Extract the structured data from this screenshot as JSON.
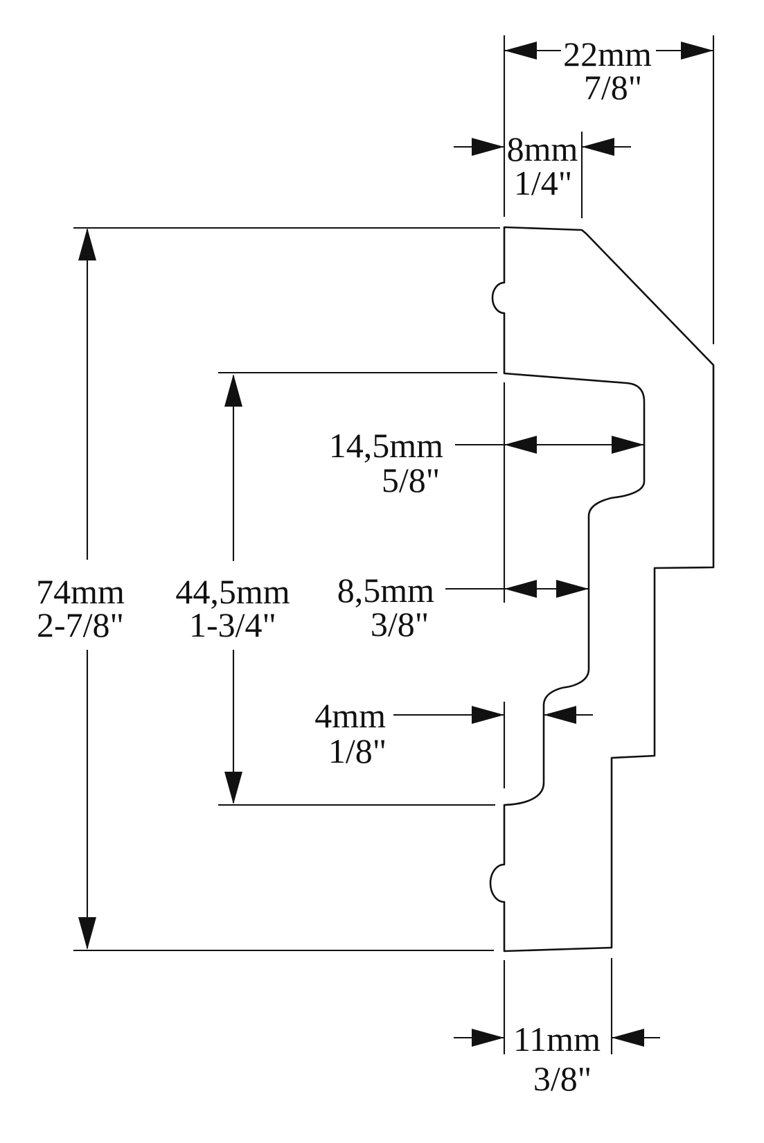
{
  "diagram": {
    "title": "molding-profile-cross-section",
    "colors": {
      "line": "#111111",
      "background": "#ffffff"
    },
    "dimensions": {
      "d22": {
        "metric": "22mm",
        "imperial": "7/8\""
      },
      "d8": {
        "metric": "8mm",
        "imperial": "1/4\""
      },
      "d145": {
        "metric": "14,5mm",
        "imperial": "5/8\""
      },
      "d74": {
        "metric": "74mm",
        "imperial": "2-7/8\""
      },
      "d445": {
        "metric": "44,5mm",
        "imperial": "1-3/4\""
      },
      "d85": {
        "metric": "8,5mm",
        "imperial": "3/8\""
      },
      "d4": {
        "metric": "4mm",
        "imperial": "1/8\""
      },
      "d11": {
        "metric": "11mm",
        "imperial": "3/8\""
      }
    }
  }
}
